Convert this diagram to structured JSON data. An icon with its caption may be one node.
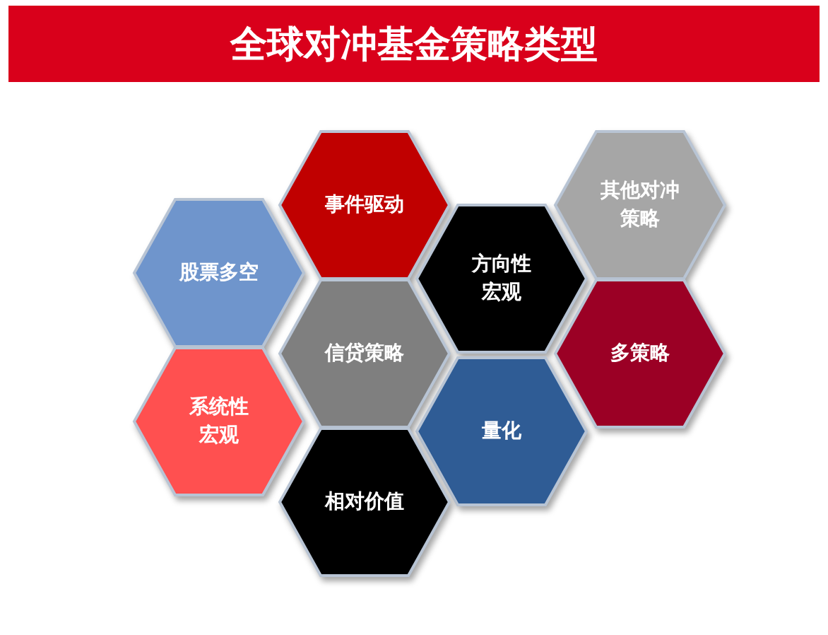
{
  "diagram": {
    "title": "全球对冲基金策略类型",
    "nodes": [
      {
        "text": [
          "事件驱动"
        ]
      },
      {
        "text": [
          "其他对冲策略"
        ]
      },
      {
        "text": [
          "股票多空"
        ]
      },
      {
        "text": [
          "方向性宏观"
        ]
      },
      {
        "text": [
          "信贷策略"
        ]
      },
      {
        "text": [
          "多策略"
        ]
      },
      {
        "text": [
          "系统性宏观"
        ]
      },
      {
        "text": [
          "量化"
        ]
      },
      {
        "text": [
          "相对价值"
        ]
      }
    ],
    "edges": []
  }
}
